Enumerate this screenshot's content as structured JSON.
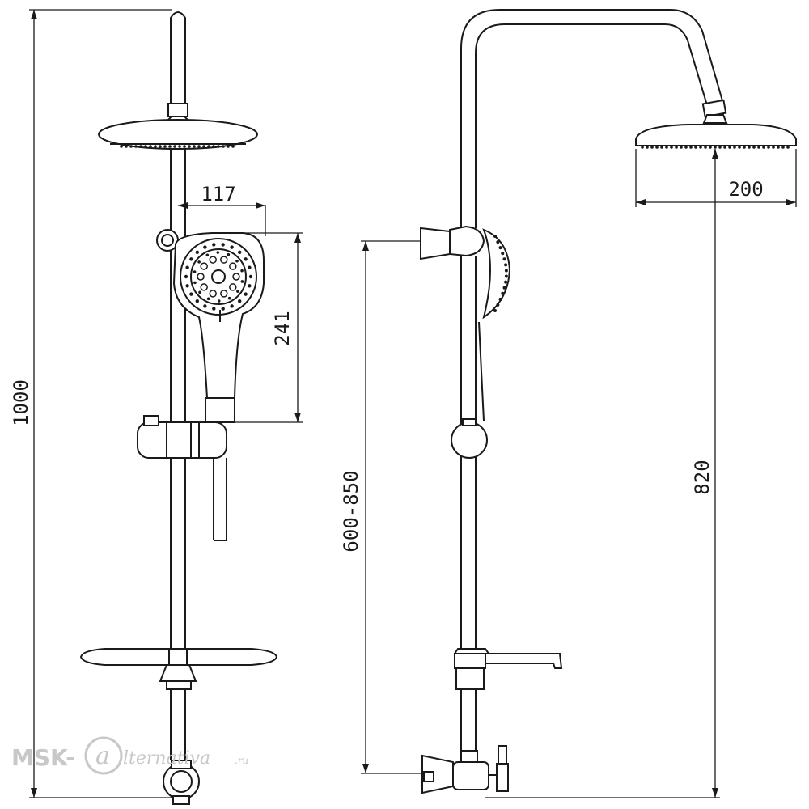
{
  "dimensions": {
    "total_height": "1000",
    "handshower_offset": "117",
    "handshower_length": "241",
    "bar_height_range": "600-850",
    "head_height": "820",
    "head_diameter": "200"
  },
  "watermark": {
    "brand": "MSK-",
    "script": "lternativa",
    "suffix": ".ru"
  },
  "colors": {
    "line": "#1a1a1a",
    "watermark": "#c8c8c8"
  }
}
